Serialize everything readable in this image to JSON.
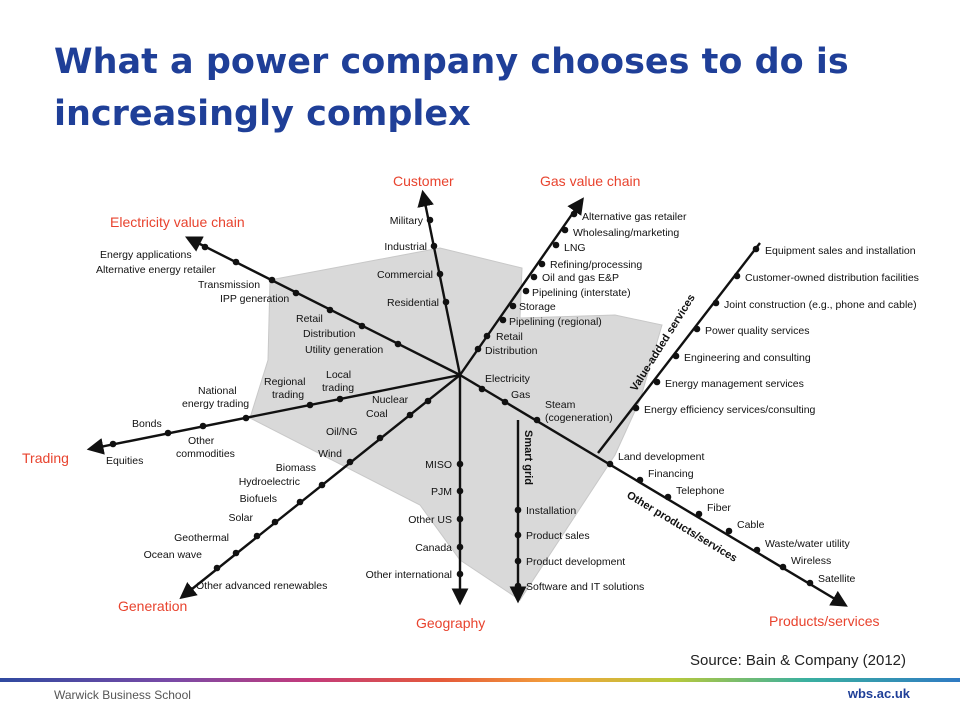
{
  "slide": {
    "title": "What a power company chooses to do is increasingly complex",
    "source": "Source: Bain & Company (2012)",
    "footer_left": "Warwick Business School",
    "footer_right": "wbs.ac.uk"
  },
  "colors": {
    "title": "#1f3f98",
    "axis_label": "#e8432e",
    "axis_line": "#111111",
    "shaded_region": "#d9d9d9"
  },
  "diagram": {
    "axes": [
      {
        "id": "customer",
        "label": "Customer",
        "items": [
          "Military",
          "Industrial",
          "Commercial",
          "Residential"
        ]
      },
      {
        "id": "gas",
        "label": "Gas value chain",
        "items": [
          "Alternative gas retailer",
          "Wholesaling/marketing",
          "LNG",
          "Refining/processing",
          "Oil and gas E&P",
          "Pipelining (interstate)",
          "Storage",
          "Pipelining  (regional)",
          "Retail",
          "Distribution"
        ]
      },
      {
        "id": "vas",
        "label": "Value-added services",
        "items": [
          "Equipment sales and installation",
          "Customer-owned distribution facilities",
          "Joint construction (e.g., phone and cable)",
          "Power quality services",
          "Engineering and consulting",
          "Energy management services",
          "Energy efficiency services/consulting"
        ]
      },
      {
        "id": "products",
        "label": "Products/services",
        "items": [
          "Electricity",
          "Gas",
          "Steam (cogeneration)",
          "Land development",
          "Financing",
          "Telephone",
          "Fiber",
          "Cable",
          "Waste/water utility",
          "Wireless",
          "Satellite"
        ]
      },
      {
        "id": "otherprod",
        "label": "Other products/services",
        "items": []
      },
      {
        "id": "smartgrid",
        "label": "Smart grid",
        "items": [
          "Installation",
          "Product sales",
          "Product development",
          "Software and IT solutions"
        ]
      },
      {
        "id": "geography",
        "label": "Geography",
        "items": [
          "MISO",
          "PJM",
          "Other US",
          "Canada",
          "Other international"
        ]
      },
      {
        "id": "generation",
        "label": "Generation",
        "items": [
          "Nuclear",
          "Coal",
          "Oil/NG",
          "Wind",
          "Biomass",
          "Hydroelectric",
          "Biofuels",
          "Solar",
          "Geothermal",
          "Ocean wave",
          "Other advanced renewables"
        ]
      },
      {
        "id": "trading",
        "label": "Trading",
        "items": [
          "Local trading",
          "Regional trading",
          "National energy trading",
          "Other commodities",
          "Bonds",
          "Equities"
        ]
      },
      {
        "id": "electricity",
        "label": "Electricity value chain",
        "items": [
          "Energy applications",
          "Alternative energy retailer",
          "Transmission",
          "IPP generation",
          "Retail",
          "Distribution",
          "Utility generation"
        ]
      }
    ]
  }
}
